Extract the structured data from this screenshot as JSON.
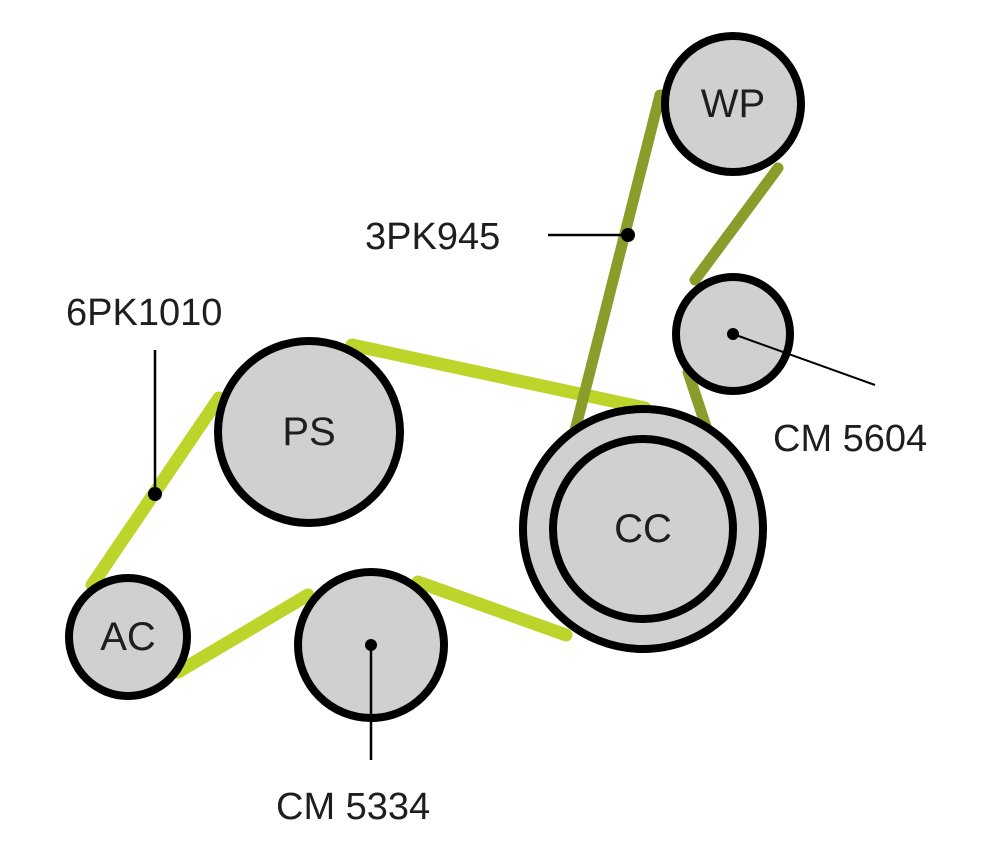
{
  "colors": {
    "background": "#ffffff",
    "pulley_fill": "#d0d0d0",
    "pulley_stroke": "#000000",
    "belt_6pk": "#bdd42a",
    "belt_3pk": "#8a9d2a",
    "label_text": "#1e1e1e"
  },
  "pulleys": {
    "wp": "WP",
    "ps": "PS",
    "cc": "CC",
    "ac": "AC"
  },
  "callouts": {
    "belt_3pk": "3PK945",
    "belt_6pk": "6PK1010",
    "tensioner_top": "CM 5604",
    "tensioner_bottom": "CM 5334"
  }
}
